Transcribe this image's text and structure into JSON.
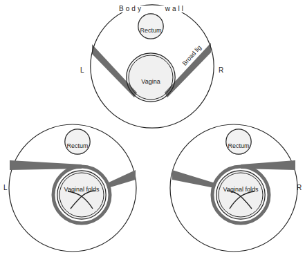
{
  "diagram": {
    "nodes": [
      {
        "text": [
          "Body wall"
        ]
      },
      {
        "text": [
          "Rectum"
        ],
        "in": 0
      },
      {
        "text": [
          "Vagina"
        ],
        "in": 0
      },
      {
        "text": [
          "Rectum"
        ]
      },
      {
        "text": [
          "Vaginal folds"
        ]
      },
      {
        "text": [
          "Rectum"
        ]
      },
      {
        "text": [
          "Vaginal folds"
        ]
      }
    ],
    "labels": [
      "L",
      "R",
      "Broad lig",
      "L",
      "R"
    ]
  }
}
